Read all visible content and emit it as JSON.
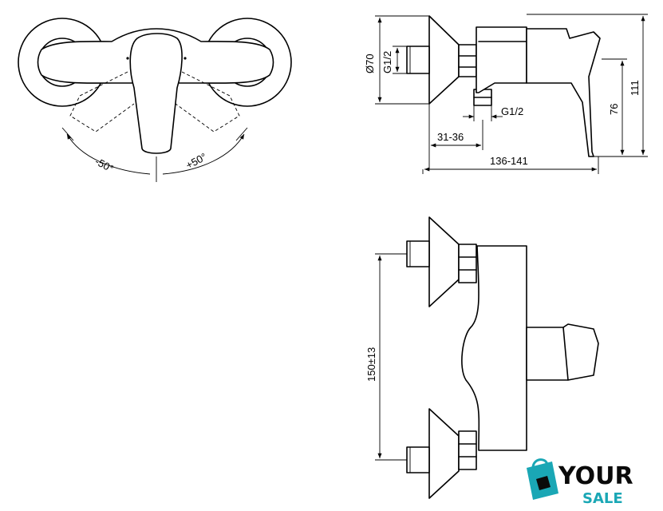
{
  "dimensions": {
    "rotation_minus": "-50°",
    "rotation_plus": "+50°",
    "flange_diameter": "Ø70",
    "inlet_thread": "G1/2",
    "outlet_thread": "G1/2",
    "wall_distance": "31-36",
    "total_depth": "136-141",
    "outlet_height": "76",
    "total_height": "111",
    "inlet_spacing": "150±13"
  },
  "logo": {
    "line1": "YOUR",
    "line2": "SALE",
    "accent_color": "#1aa7b5",
    "text_color": "#0a0a0a"
  }
}
